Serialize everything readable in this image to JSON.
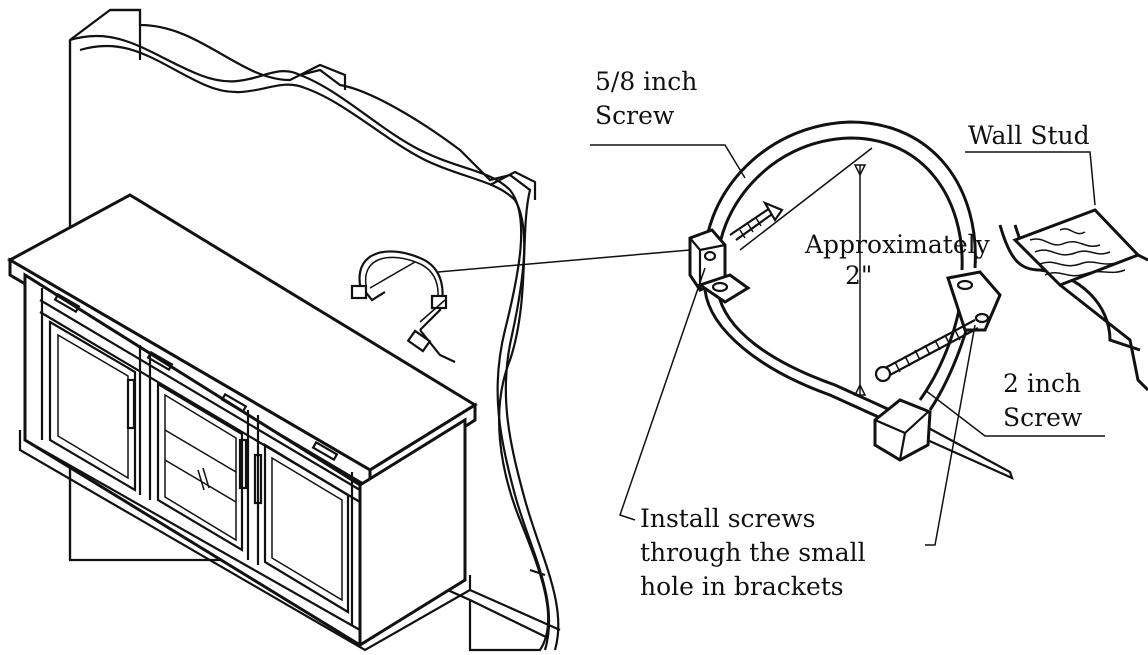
{
  "labels": {
    "small_screw": "5/8 inch",
    "small_screw_2": "Screw",
    "wall_stud": "Wall Stud",
    "approx": "Approximately",
    "approx_value": "2\"",
    "large_screw": "2 inch",
    "large_screw_2": "Screw",
    "install_1": "Install screws",
    "install_2": "through the small",
    "install_3": "hole in brackets"
  },
  "colors": {
    "ink": "#111111",
    "paper": "#ffffff"
  },
  "icons": [
    "tv-console-illustration",
    "wall-cutaway",
    "anti-tip-strap",
    "screw-icon",
    "wall-stud-section"
  ]
}
